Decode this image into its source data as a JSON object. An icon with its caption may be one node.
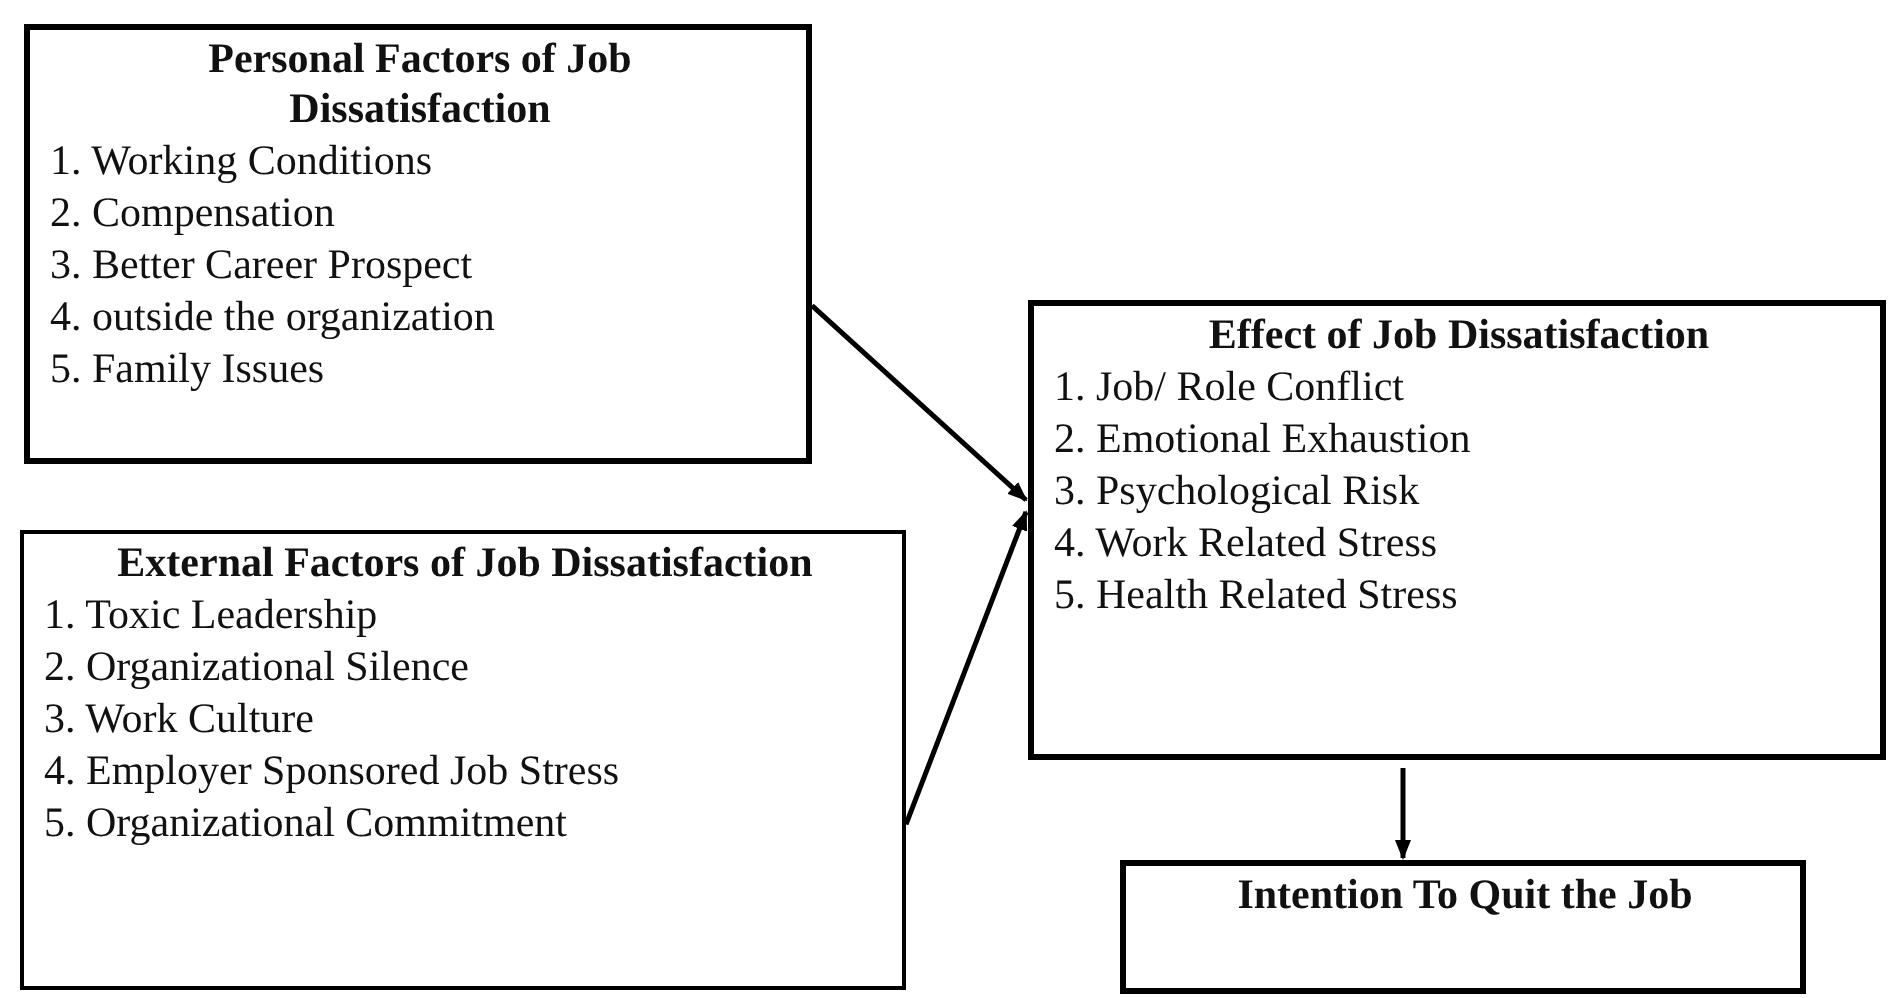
{
  "diagram": {
    "nodes": [
      {
        "text": [
          "Personal Factors of Job Dissatisfaction",
          "1. Working Conditions",
          "2. Compensation",
          "3. Better Career Prospect",
          "4. outside the organization",
          "5. Family Issues"
        ]
      },
      {
        "text": [
          "External Factors of Job Dissatisfaction",
          "1. Toxic Leadership",
          "2. Organizational Silence",
          "3. Work Culture",
          "4. Employer Sponsored Job Stress",
          "5. Organizational Commitment"
        ]
      },
      {
        "text": [
          "Effect of Job Dissatisfaction",
          "1. Job/ Role Conflict",
          "2. Emotional Exhaustion",
          "3. Psychological Risk",
          "4. Work Related Stress",
          "5. Health Related Stress"
        ]
      },
      {
        "text": [
          "Intention To Quit the Job"
        ]
      }
    ],
    "edges": [
      {
        "from": 0,
        "to": 2,
        "arrow": "to"
      },
      {
        "from": 1,
        "to": 2,
        "arrow": "to"
      },
      {
        "from": 2,
        "to": 3,
        "arrow": "to"
      }
    ]
  }
}
